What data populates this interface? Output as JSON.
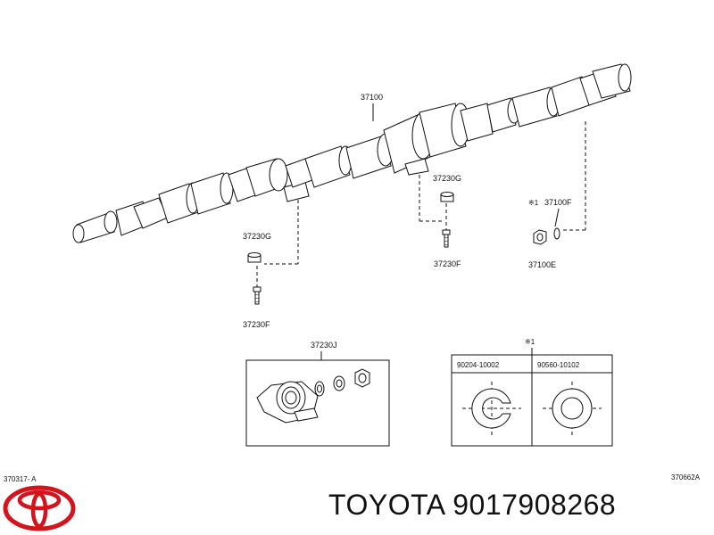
{
  "diagram": {
    "labels": {
      "shaft": "37100",
      "bearing_left_top": "37230G",
      "bolt_left": "37230F",
      "bearing_mid_top": "37230G",
      "bolt_mid": "37230F",
      "ref_mark_right": "※1",
      "part_right_top": "37100F",
      "part_right_bottom": "37100E",
      "kit": "37230J",
      "ref_mark_box": "※1",
      "col1": "90204-10002",
      "col2": "90560-10102",
      "code_left": "370317- A",
      "code_right": "370662A"
    }
  },
  "brand": {
    "title": "TOYOTA 9017908268",
    "logo_color": "#d4141c"
  }
}
